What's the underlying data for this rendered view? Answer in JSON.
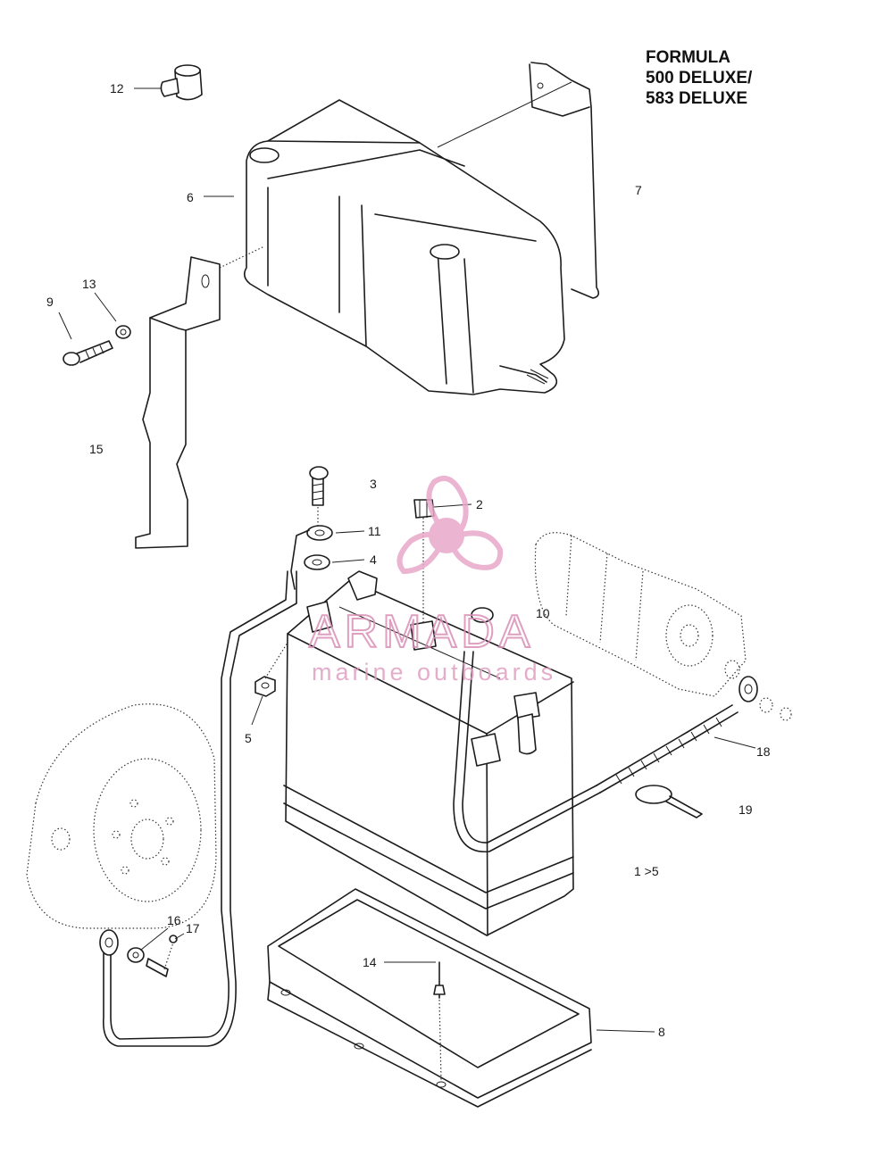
{
  "title_lines": [
    "FORMULA",
    "500 DELUXE/",
    "583 DELUXE"
  ],
  "callouts": {
    "c1": "1 >5",
    "c2": "2",
    "c3": "3",
    "c4": "4",
    "c5": "5",
    "c6": "6",
    "c7": "7",
    "c8": "8",
    "c9": "9",
    "c10": "10",
    "c11": "11",
    "c12": "12",
    "c13": "13",
    "c14": "14",
    "c15": "15",
    "c16": "16",
    "c17": "17",
    "c18": "18",
    "c19": "19"
  },
  "watermark": {
    "brand": "ARMADA",
    "tagline": "marine outboards",
    "color": "#e8a7c9"
  }
}
